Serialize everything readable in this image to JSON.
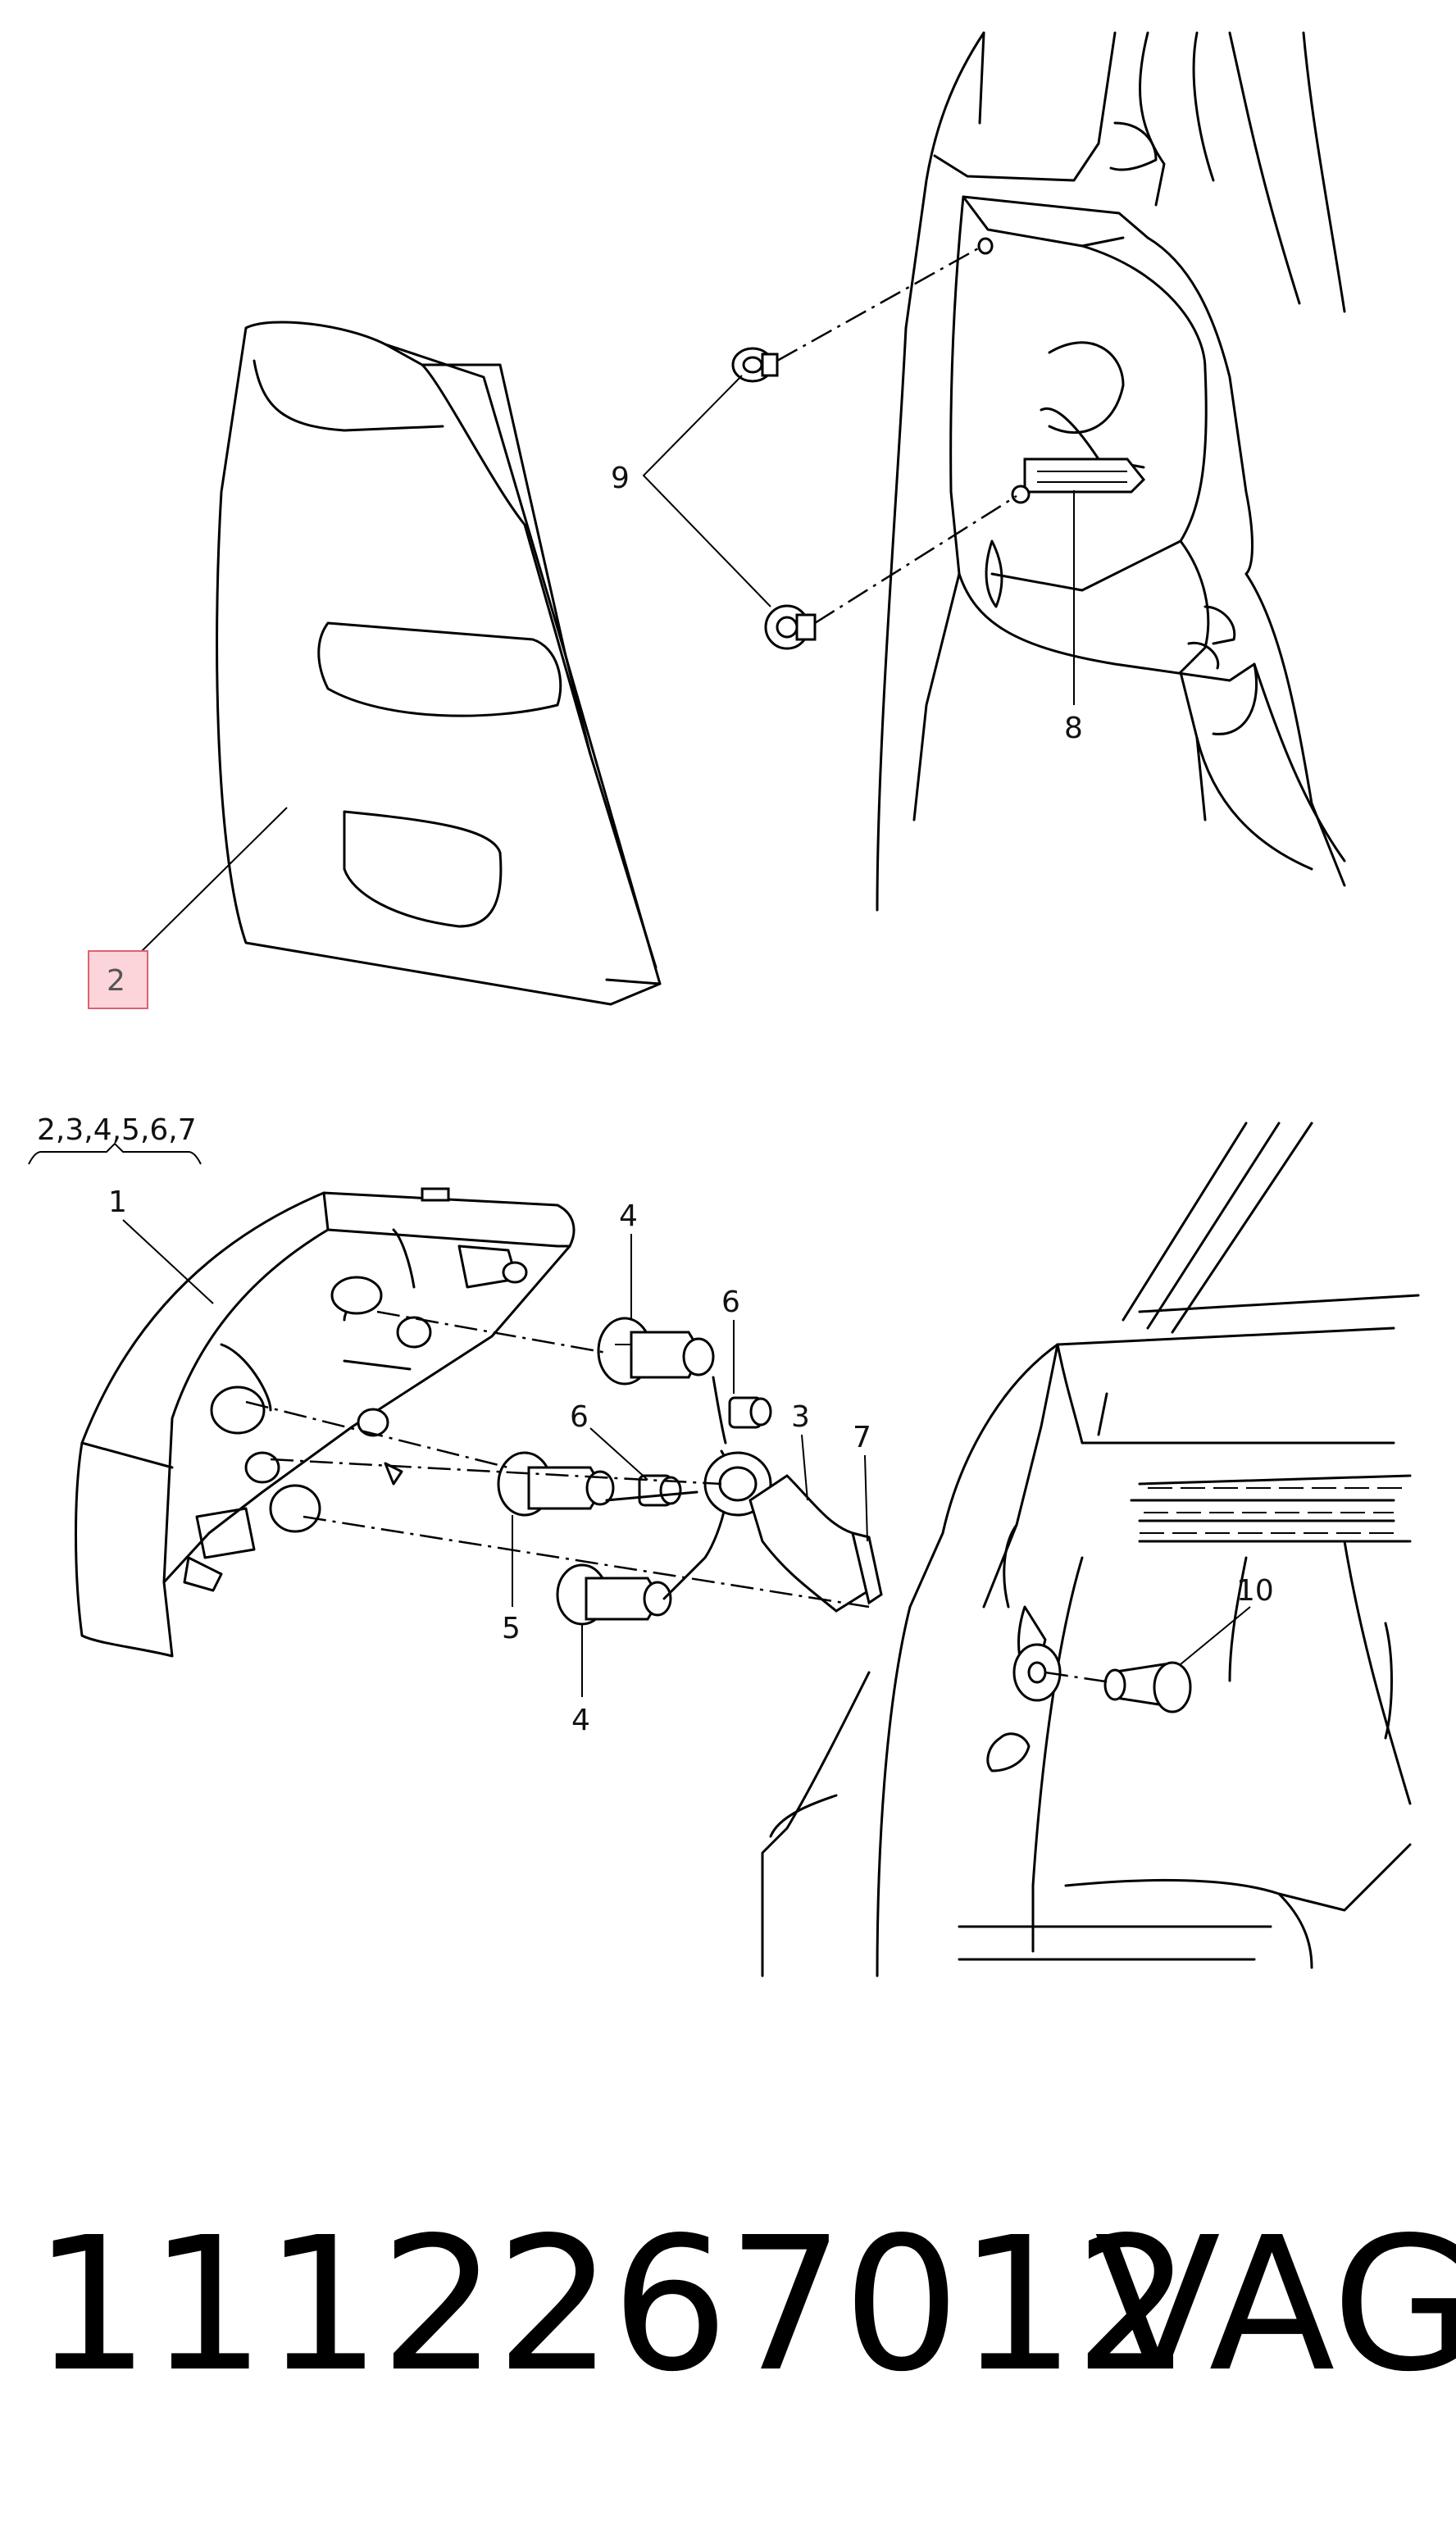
{
  "diagram": {
    "callouts": {
      "c1": "1",
      "c2": "2",
      "c3": "3",
      "c4a": "4",
      "c4b": "4",
      "c5": "5",
      "c6a": "6",
      "c6b": "6",
      "c7": "7",
      "c8": "8",
      "c9": "9",
      "c10": "10",
      "group": "2,3,4,5,6,7"
    },
    "highlight_color": "#fbd5da",
    "highlight_border": "#e06070"
  },
  "footer": {
    "part_number": "1112267012",
    "brand": "VAG"
  }
}
